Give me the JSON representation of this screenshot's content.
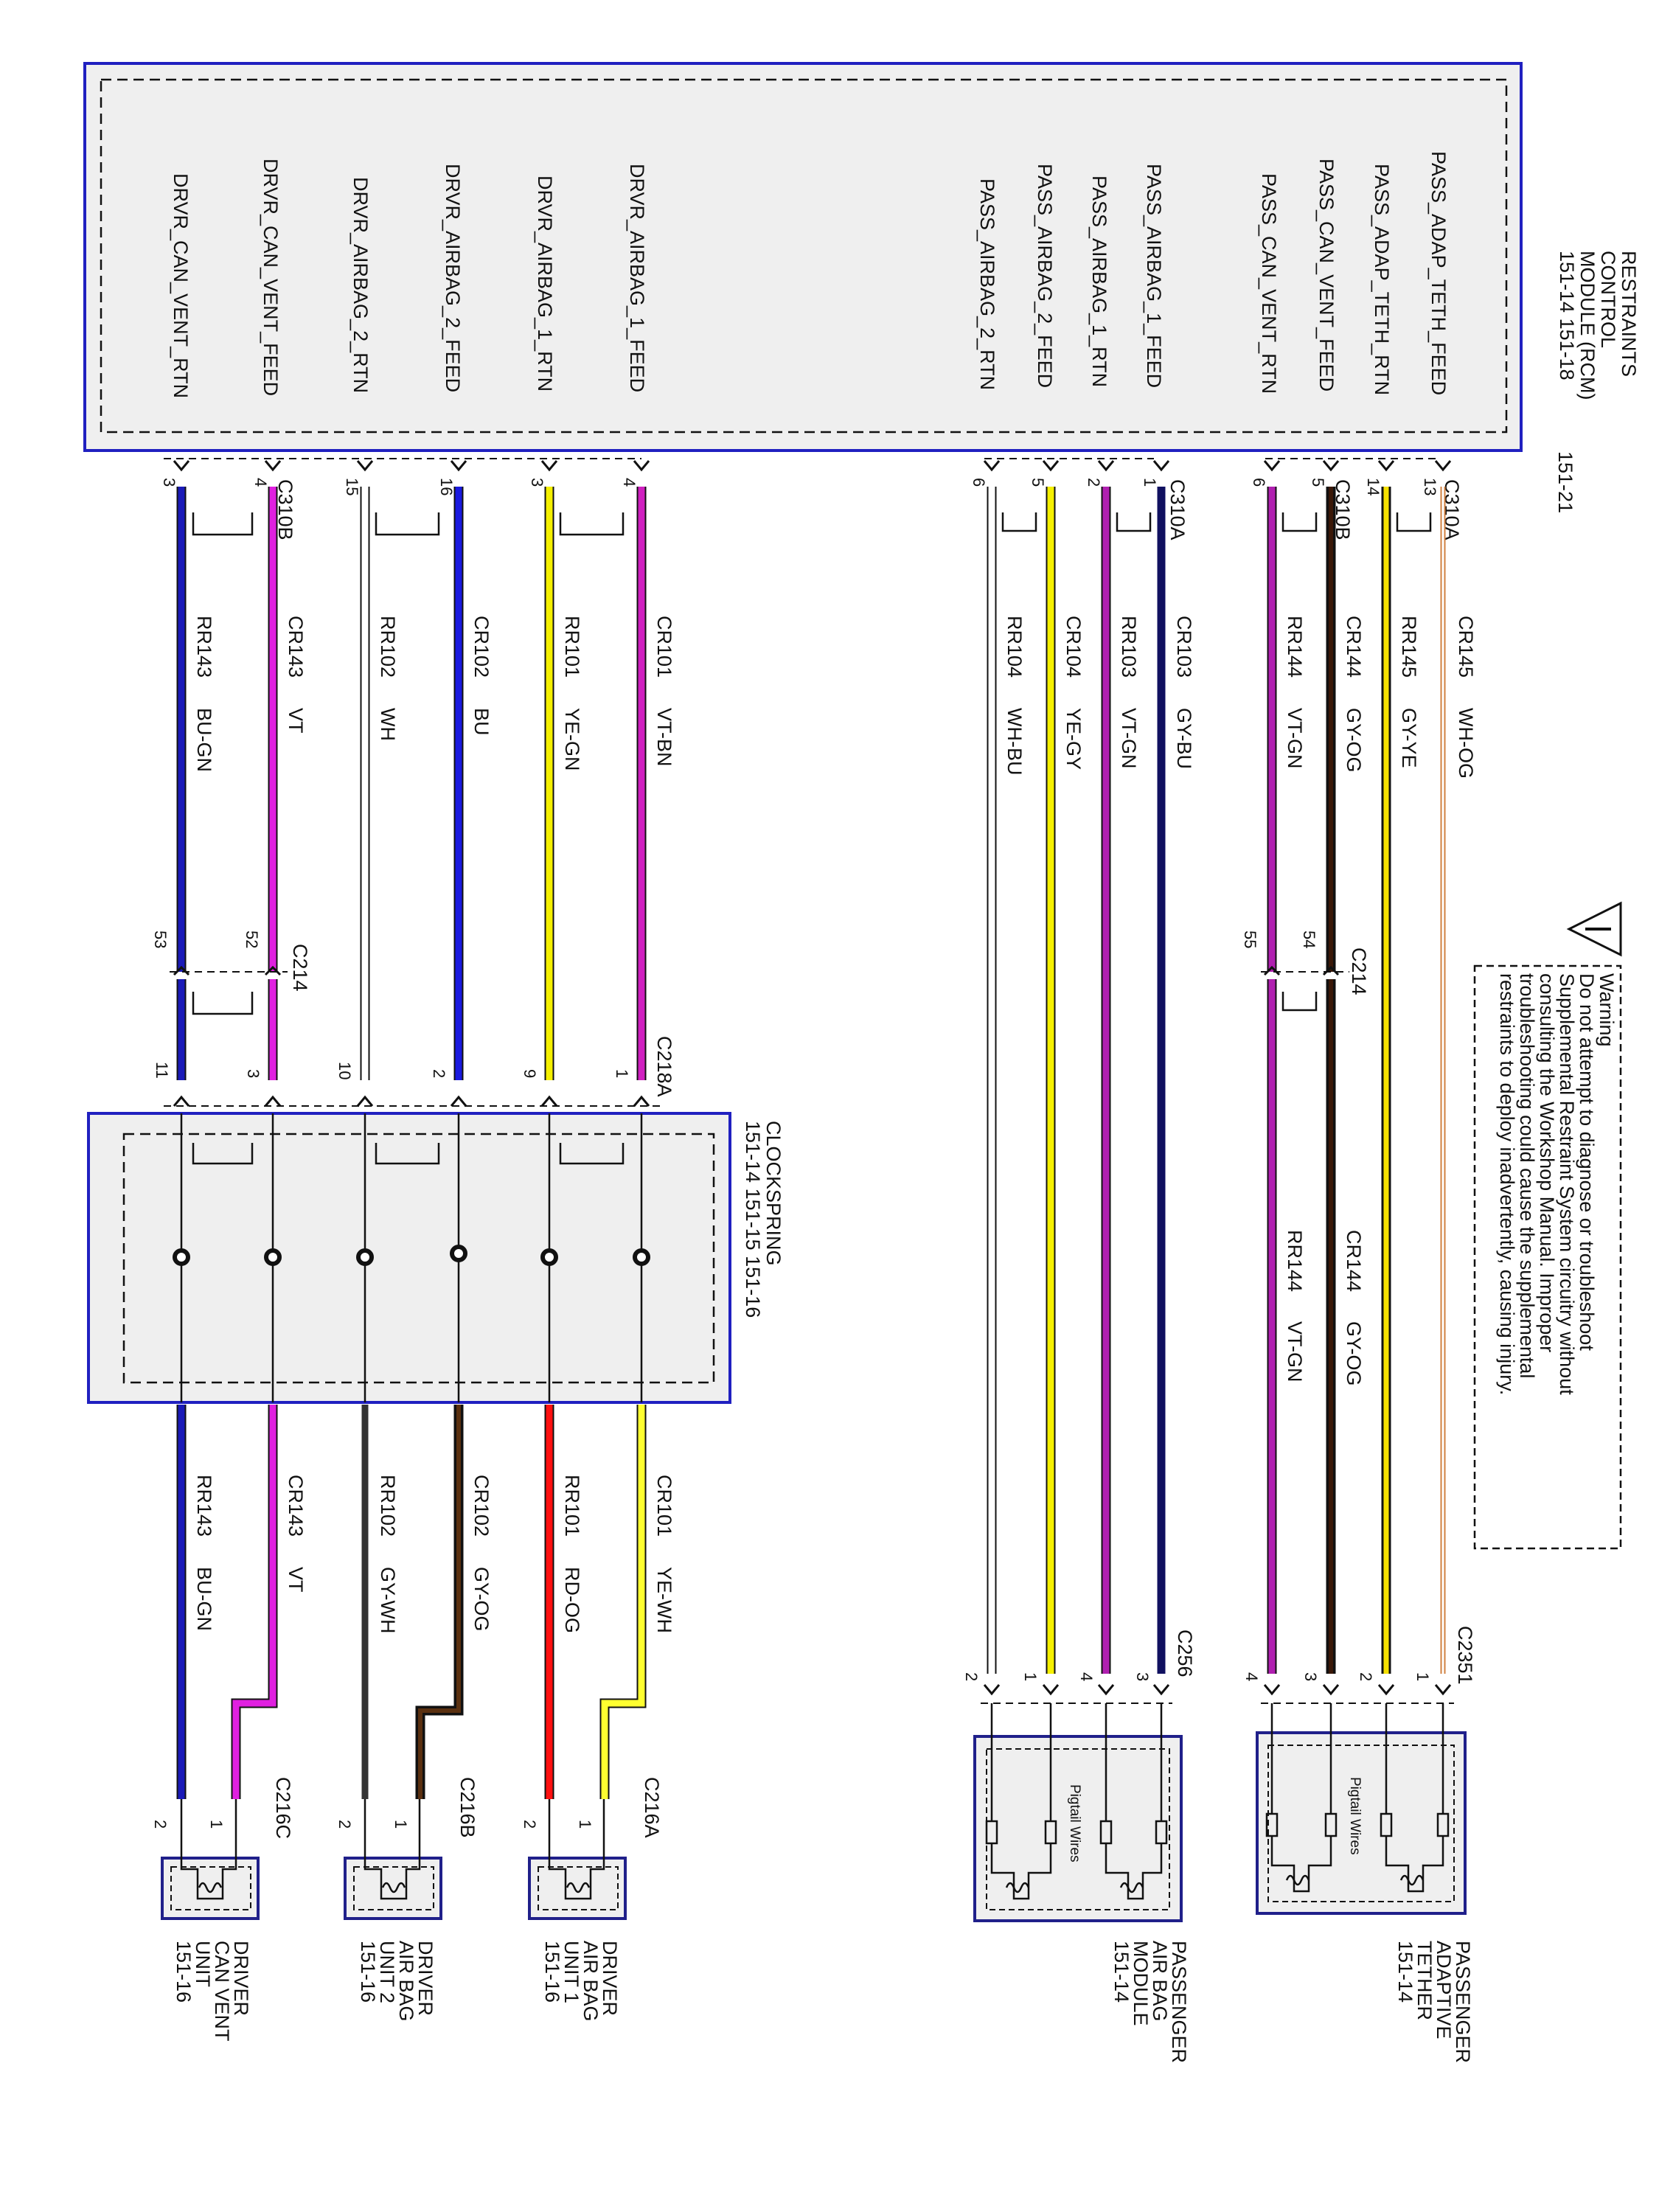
{
  "rcm": {
    "title_lines": [
      "RESTRAINTS",
      "CONTROL",
      "MODULE (RCM)",
      "151-14    151-18"
    ],
    "page_ref": "151-21",
    "pins": [
      {
        "name": "DRVR_CAN_VENT_RTN"
      },
      {
        "name": "DRVR_CAN_VENT_FEED"
      },
      {
        "name": "DRVR_AIRBAG_2_RTN"
      },
      {
        "name": "DRVR_AIRBAG_2_FEED"
      },
      {
        "name": "DRVR_AIRBAG_1_RTN"
      },
      {
        "name": "DRVR_AIRBAG_1_FEED"
      },
      {
        "name": "PASS_AIRBAG_2_RTN"
      },
      {
        "name": "PASS_AIRBAG_2_FEED"
      },
      {
        "name": "PASS_AIRBAG_1_RTN"
      },
      {
        "name": "PASS_AIRBAG_1_FEED"
      },
      {
        "name": "PASS_CAN_VENT_RTN"
      },
      {
        "name": "PASS_CAN_VENT_FEED"
      },
      {
        "name": "PASS_ADAP_TETH_RTN"
      },
      {
        "name": "PASS_ADAP_TETH_FEED"
      }
    ]
  },
  "connectors": {
    "c310b_left": "C310B",
    "c310a": "C310A",
    "c310b_right": "C310B",
    "c310a_right": "C310A",
    "c214_left": "C214",
    "c214_right": "C214",
    "c218a": "C218A",
    "c216a": "C216A",
    "c216b": "C216B",
    "c216c": "C216C",
    "c256": "C256",
    "c2351": "C2351"
  },
  "driver_wires": [
    {
      "pin_rcm": "3",
      "circuit": "RR143",
      "color_code": "BU-GN",
      "pin_c214": "53",
      "pin_clock": "11",
      "circuit_out": "RR143",
      "color_out": "BU-GN",
      "pin_out": "2",
      "stroke": "#1a1ab8",
      "stroke_out": "#1a1ab8"
    },
    {
      "pin_rcm": "4",
      "circuit": "CR143",
      "color_code": "VT",
      "pin_c214": "52",
      "pin_clock": "3",
      "circuit_out": "CR143",
      "color_out": "VT",
      "pin_out": "1",
      "stroke": "#e020e0",
      "stroke_out": "#e020e0"
    },
    {
      "pin_rcm": "15",
      "circuit": "RR102",
      "color_code": "WH",
      "pin_c214": "",
      "pin_clock": "10",
      "circuit_out": "RR102",
      "color_out": "GY-WH",
      "pin_out": "2",
      "stroke": "#ffffff",
      "stroke_out": "#333333"
    },
    {
      "pin_rcm": "16",
      "circuit": "CR102",
      "color_code": "BU",
      "pin_c214": "",
      "pin_clock": "2",
      "circuit_out": "CR102",
      "color_out": "GY-OG",
      "pin_out": "1",
      "stroke": "#1a1ae0",
      "stroke_out": "#5a3010"
    },
    {
      "pin_rcm": "3",
      "circuit": "RR101",
      "color_code": "YE-GN",
      "pin_c214": "",
      "pin_clock": "9",
      "circuit_out": "RR101",
      "color_out": "RD-OG",
      "pin_out": "2",
      "stroke": "#f5f000",
      "stroke_out": "#ff1010"
    },
    {
      "pin_rcm": "4",
      "circuit": "CR101",
      "color_code": "VT-BN",
      "pin_c214": "",
      "pin_clock": "1",
      "circuit_out": "CR101",
      "color_out": "YE-WH",
      "pin_out": "1",
      "stroke": "#d020c0",
      "stroke_out": "#ffff30"
    }
  ],
  "passenger_airbag_wires": [
    {
      "pin_rcm": "6",
      "circuit": "RR104",
      "color_code": "WH-BU",
      "pin_out": "2",
      "stroke": "#ffffff"
    },
    {
      "pin_rcm": "5",
      "circuit": "CR104",
      "color_code": "YE-GY",
      "pin_out": "1",
      "stroke": "#f5f000"
    },
    {
      "pin_rcm": "2",
      "circuit": "RR103",
      "color_code": "VT-GN",
      "pin_out": "4",
      "stroke": "#b020b0"
    },
    {
      "pin_rcm": "1",
      "circuit": "CR103",
      "color_code": "GY-BU",
      "pin_out": "3",
      "stroke": "#101060"
    }
  ],
  "passenger_tether_wires": [
    {
      "pin_rcm": "6",
      "circuit": "RR144",
      "color_code": "VT-GN",
      "pin_c214": "55",
      "circuit2": "RR144",
      "color2": "VT-GN",
      "pin_out": "4",
      "stroke": "#b020b0"
    },
    {
      "pin_rcm": "5",
      "circuit": "CR144",
      "color_code": "GY-OG",
      "pin_c214": "54",
      "circuit2": "CR144",
      "color2": "GY-OG",
      "pin_out": "3",
      "stroke": "#3a1808"
    },
    {
      "pin_rcm": "14",
      "circuit": "RR145",
      "color_code": "GY-YE",
      "pin_c214": "",
      "circuit2": "",
      "color2": "",
      "pin_out": "2",
      "stroke": "#f5e000"
    },
    {
      "pin_rcm": "13",
      "circuit": "CR145",
      "color_code": "WH-OG",
      "pin_c214": "",
      "circuit2": "",
      "color2": "",
      "pin_out": "1",
      "stroke": "#ffffff"
    }
  ],
  "clockspring": {
    "title": "CLOCKSPRING",
    "refs": "151-14    151-15    151-16"
  },
  "warning": {
    "icon": "warning-triangle-icon",
    "lines": [
      "Warning",
      "Do not attempt to diagnose or troubleshoot",
      "Supplemental Restraint System circuitry without",
      "consulting the Workshop Manual. Improper",
      "troubleshooting could cause the supplemental",
      "restraints to deploy inadvertently, causing injury."
    ]
  },
  "components": {
    "driver_can_vent": [
      "DRIVER",
      "CAN VENT",
      "UNIT",
      "151-16"
    ],
    "driver_airbag_2": [
      "DRIVER",
      "AIR BAG",
      "UNIT 2",
      "151-16"
    ],
    "driver_airbag_1": [
      "DRIVER",
      "AIR BAG",
      "UNIT 1",
      "151-16"
    ],
    "passenger_airbag": [
      "PASSENGER",
      "AIR BAG",
      "MODULE",
      "151-14"
    ],
    "passenger_tether": [
      "PASSENGER",
      "ADAPTIVE",
      "TETHER",
      "151-14"
    ],
    "pigtail_label": "Pigtail Wires"
  },
  "colors": {
    "module_border": "#2020c0",
    "module_fill": "#efefef",
    "line": "#111111"
  }
}
